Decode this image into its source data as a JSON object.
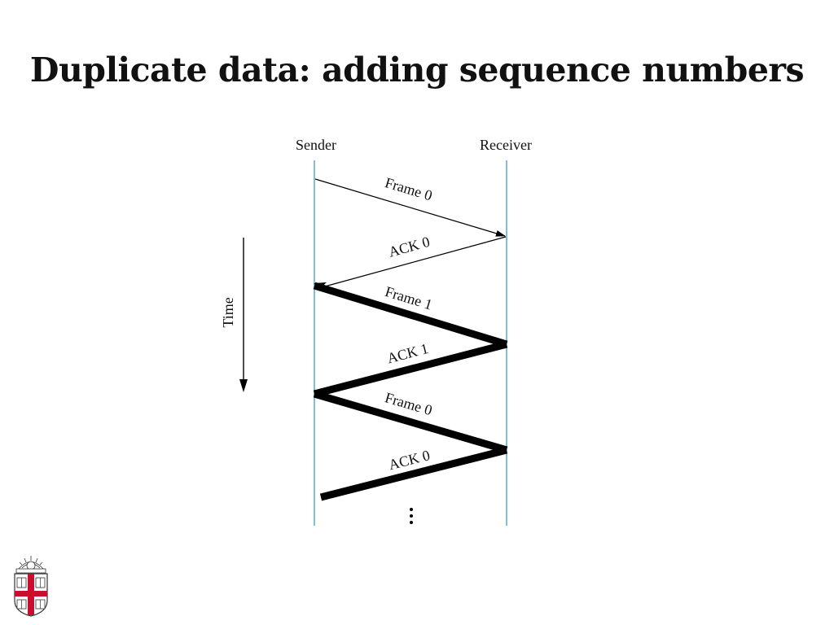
{
  "slide": {
    "title": "Duplicate data: adding sequence numbers"
  },
  "diagram": {
    "sender_label": "Sender",
    "receiver_label": "Receiver",
    "time_label": "Time",
    "messages": [
      {
        "label": "Frame 0",
        "direction": "sender-to-receiver",
        "emphasis": "normal"
      },
      {
        "label": "ACK 0",
        "direction": "receiver-to-sender",
        "emphasis": "normal"
      },
      {
        "label": "Frame 1",
        "direction": "sender-to-receiver",
        "emphasis": "bold"
      },
      {
        "label": "ACK 1",
        "direction": "receiver-to-sender",
        "emphasis": "bold"
      },
      {
        "label": "Frame 0",
        "direction": "sender-to-receiver",
        "emphasis": "bold"
      },
      {
        "label": "ACK 0",
        "direction": "receiver-to-sender",
        "emphasis": "bold"
      }
    ],
    "continuation": "⋮",
    "timeline_color": "#3a9fbf",
    "line_color": "#000000"
  },
  "logo": {
    "icon": "university-shield-icon",
    "accent": "#c8102e"
  }
}
